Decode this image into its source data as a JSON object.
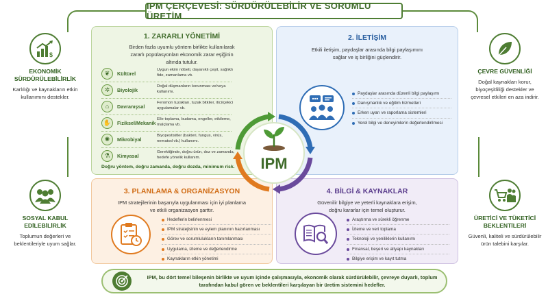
{
  "title": "IPM ÇERÇEVESİ: SÜRDÜRÜLEBİLİR VE SORUMLU ÜRETİM",
  "left_top": {
    "title": "EKONOMİK SÜRDÜRÜLEBİLİRLİK",
    "text": "Karlılığı ve kaynakların etkin kullanımını destekler.",
    "icon": "growth-chart-dollar-icon"
  },
  "left_bottom": {
    "title": "SOSYAL KABUL EDİLEBİLİRLİK",
    "text": "Toplumun değerleri ve beklentileriyle uyum sağlar.",
    "icon": "people-group-icon"
  },
  "right_top": {
    "title": "ÇEVRE GÜVENLİĞİ",
    "text": "Doğal kaynakları korur, biyoçeşitliliği destekler ve çevresel etkileri en aza indirir.",
    "icon": "leaf-icon"
  },
  "right_bottom": {
    "title": "ÜRETİCİ VE TÜKETİCİ BEKLENTİLERİ",
    "text": "Güvenli, kaliteli ve sürdürülebilir ürün talebini karşılar.",
    "icon": "cart-people-icon"
  },
  "q1": {
    "title": "1. ZARARLI YÖNETİMİ",
    "desc": "Birden fazla uyumlu yöntem birlikte kullanılarak zararlı popülasyonları ekonomik zarar eşiğinin altında tutulur.",
    "rows": [
      {
        "name": "Kültürel",
        "text": "Uygun ekim nöbeti, dayanıklı çeşit, sağlıklı fide, zamanlama vb.",
        "icon": "seedling-icon"
      },
      {
        "name": "Biyolojik",
        "text": "Doğal düşmanların korunması ve/veya kullanımı.",
        "icon": "ladybug-icon"
      },
      {
        "name": "Davranışsal",
        "text": "Feromon tuzakları, tuzak bitkiler, itici/çekici uygulamalar vb.",
        "icon": "trap-icon"
      },
      {
        "name": "Fiziksel/Mekanik",
        "text": "Elle toplama, budama, engeller, etkileme, malçlama vb.",
        "icon": "hands-icon"
      },
      {
        "name": "Mikrobiyal",
        "text": "Biyopestisitler (bakteri, fungus, virüs, nematod vb.) kullanımı.",
        "icon": "microbe-icon"
      },
      {
        "name": "Kimyasal",
        "text": "Gerektiğinde, doğru ürün, doz ve zamanda, hedefe yönelik kullanım.",
        "icon": "flask-icon"
      }
    ],
    "footer": "Doğru yöntem, doğru zamanda, doğru dozda, minimum risk."
  },
  "q2": {
    "title": "2. İLETİŞİM",
    "desc": "Etkili iletişim, paydaşlar arasında bilgi paylaşımını sağlar ve iş birliğini güçlendirir.",
    "items": [
      "Paydaşlar arasında düzenli bilgi paylaşımı",
      "Danışmanlık ve eğitim hizmetleri",
      "Erken uyarı ve raporlama sistemleri",
      "Yerel bilgi ve deneyimlerin değerlendirilmesi"
    ],
    "icon": "chat-people-icon"
  },
  "q3": {
    "title": "3. PLANLAMA & ORGANİZASYON",
    "desc": "IPM stratejilerinin başarıyla uygulanması için iyi planlama ve etkili organizasyon şarttır.",
    "items": [
      "Hedeflerin belirlenmesi",
      "IPM stratejisinin ve eylem planının hazırlanması",
      "Görev ve sorumlulukların tanımlanması",
      "Uygulama, izleme ve değerlendirme",
      "Kaynakların etkin yönetimi"
    ],
    "icon": "clipboard-clock-icon"
  },
  "q4": {
    "title": "4. BİLGİ & KAYNAKLAR",
    "desc": "Güvenilir bilgiye ve yeterli kaynaklara erişim, doğru kararlar için temel oluşturur.",
    "items": [
      "Araştırma ve sürekli öğrenme",
      "İzleme ve veri toplama",
      "Teknoloji ve yeniliklerin kullanımı",
      "Finansal, beşeri ve altyapı kaynakları",
      "Bilgiye erişim ve kayıt tutma"
    ],
    "icon": "book-magnifier-icon"
  },
  "center": {
    "label": "IPM",
    "icon": "sprout-icon"
  },
  "bottom": {
    "text": "IPM, bu dört temel bileşenin birlikte ve uyum içinde çalışmasıyla, ekonomik olarak sürdürülebilir, çevreye duyarlı, toplum tarafından kabul gören ve beklentileri karşılayan bir üretim sistemini hedefler.",
    "icon": "target-icon"
  },
  "colors": {
    "green": "#4e7d33",
    "blue": "#2f6db5",
    "orange": "#e07a1f",
    "purple": "#6a4a9c"
  }
}
